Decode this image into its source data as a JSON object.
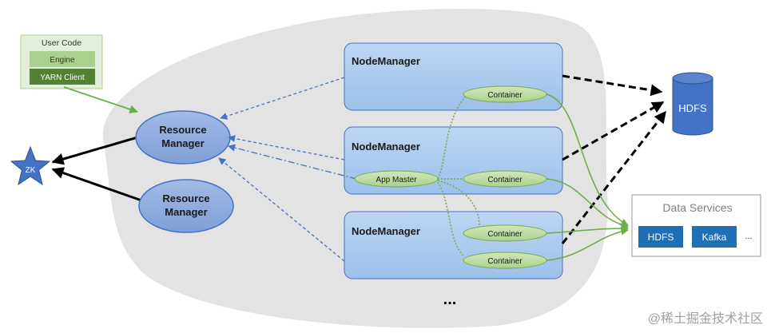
{
  "client": {
    "title": "User Code",
    "engine": "Engine",
    "yarn_client": "YARN Client"
  },
  "resource_managers": [
    {
      "label": "Resource Manager"
    },
    {
      "label": "Resource Manager"
    }
  ],
  "zk": {
    "label": "ZK"
  },
  "node_managers": [
    {
      "title": "NodeManager"
    },
    {
      "title": "NodeManager"
    },
    {
      "title": "NodeManager"
    }
  ],
  "containers": [
    {
      "label": "Container"
    },
    {
      "label": "Container"
    },
    {
      "label": "Container"
    },
    {
      "label": "Container"
    }
  ],
  "app_master": {
    "label": "App Master"
  },
  "hdfs": {
    "label": "HDFS"
  },
  "data_services": {
    "title": "Data Services",
    "items": [
      {
        "label": "HDFS"
      },
      {
        "label": "Kafka"
      }
    ],
    "more": "..."
  },
  "more_nodes": "...",
  "watermark": "@稀土掘金技术社区",
  "colors": {
    "cluster_bg": "#e3e3e3",
    "node_manager": "#a9c9ee",
    "resource_manager": "#8eaadc",
    "container": "#b9dc9b",
    "green_arrow": "#70ad47",
    "blue_dashed": "#4472c4",
    "zk_star": "#4472c4",
    "hdfs_cylinder": "#4472c4",
    "service_box": "#1f6fb6",
    "client_outer": "#e2efda",
    "client_engine": "#a9d18e",
    "client_yarn": "#538135"
  }
}
